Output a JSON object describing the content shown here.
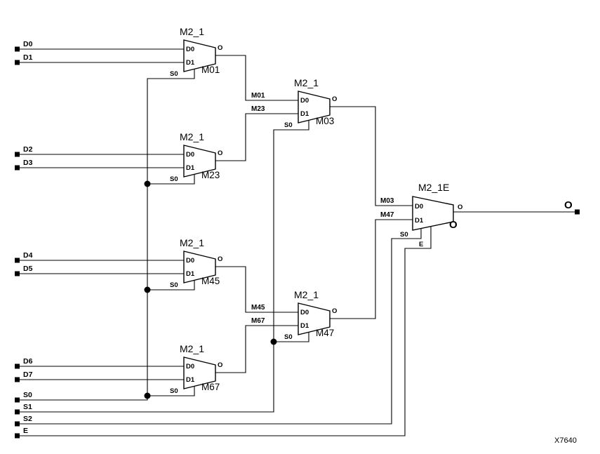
{
  "diagram": {
    "ref": "X7640",
    "line_color": "#000000",
    "background": "#ffffff"
  },
  "inputs": [
    {
      "label": "D0"
    },
    {
      "label": "D1"
    },
    {
      "label": "D2"
    },
    {
      "label": "D3"
    },
    {
      "label": "D4"
    },
    {
      "label": "D5"
    },
    {
      "label": "D6"
    },
    {
      "label": "D7"
    },
    {
      "label": "S0"
    },
    {
      "label": "S1"
    },
    {
      "label": "S2"
    },
    {
      "label": "E"
    }
  ],
  "output_pin": {
    "label": "O"
  },
  "muxes": [
    {
      "title": "M2_1",
      "instance": "M01",
      "ports": {
        "d0": "D0",
        "d1": "D1",
        "sel": "S0",
        "out": "O"
      }
    },
    {
      "title": "M2_1",
      "instance": "M23",
      "ports": {
        "d0": "D0",
        "d1": "D1",
        "sel": "S0",
        "out": "O"
      }
    },
    {
      "title": "M2_1",
      "instance": "M45",
      "ports": {
        "d0": "D0",
        "d1": "D1",
        "sel": "S0",
        "out": "O"
      }
    },
    {
      "title": "M2_1",
      "instance": "M67",
      "ports": {
        "d0": "D0",
        "d1": "D1",
        "sel": "S0",
        "out": "O"
      }
    },
    {
      "title": "M2_1",
      "instance": "M03",
      "ports": {
        "d0": "D0",
        "d1": "D1",
        "sel": "S0",
        "out": "O"
      },
      "in_nets": [
        "M01",
        "M23"
      ]
    },
    {
      "title": "M2_1",
      "instance": "M47",
      "ports": {
        "d0": "D0",
        "d1": "D1",
        "sel": "S0",
        "out": "O"
      },
      "in_nets": [
        "M45",
        "M67"
      ]
    },
    {
      "title": "M2_1E",
      "instance": "O",
      "ports": {
        "d0": "D0",
        "d1": "D1",
        "sel": "S0",
        "en": "E",
        "out": "O"
      },
      "in_nets": [
        "M03",
        "M47"
      ]
    }
  ]
}
